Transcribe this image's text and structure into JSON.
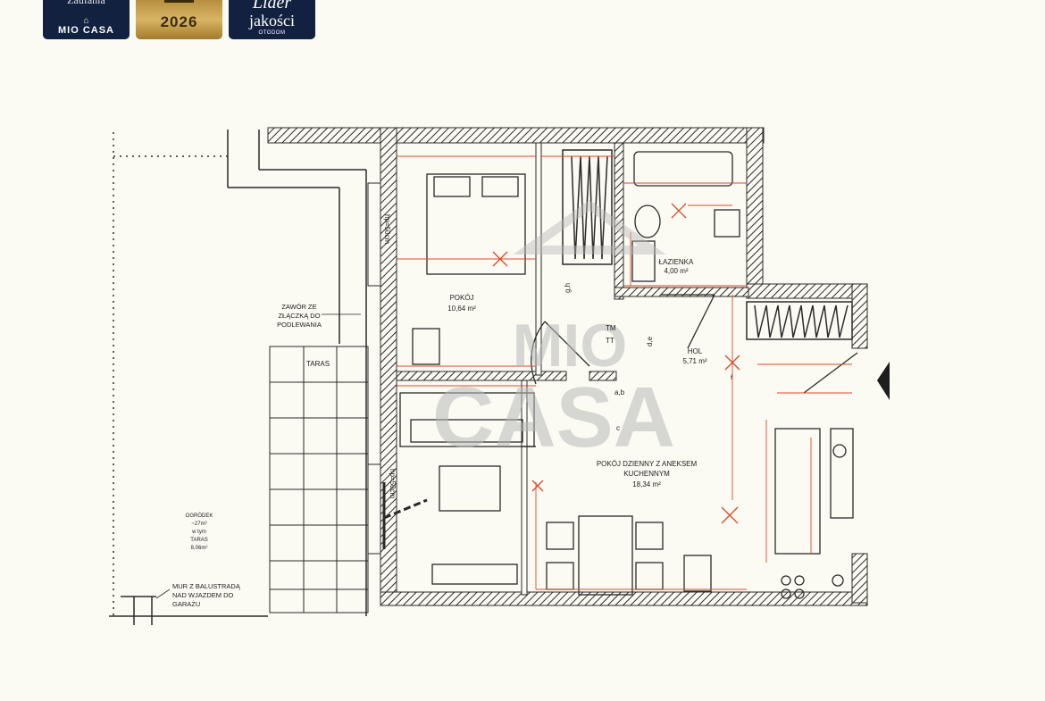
{
  "badges": [
    {
      "top": "Zaufania",
      "icon": "house-icon",
      "logo": "MIO CASA"
    },
    {
      "year": "2026"
    },
    {
      "script": "Lider",
      "big": "jakości",
      "small": "OTODOM"
    }
  ],
  "watermark": {
    "line1": "MIO",
    "line2": "CASA"
  },
  "rooms": {
    "pokoj": {
      "name": "POKÓJ",
      "area": "10,64 m²"
    },
    "lazienka": {
      "name": "ŁAZIENKA",
      "area": "4,00 m²"
    },
    "hol": {
      "name": "HOL",
      "area": "5,71 m²"
    },
    "dzienny": {
      "line1": "POKÓJ DZIENNY Z ANEKSEM",
      "line2": "KUCHENNYM",
      "area": "18,34 m²"
    },
    "taras": {
      "name": "TARAS"
    },
    "ogrodek": {
      "line1": "OGRÓDEK",
      "line2": "~27m²",
      "line3": "w tym",
      "line4": "TARAS",
      "line5": "8,06m²"
    }
  },
  "notes": {
    "zawor": [
      "ZAWÓR ZE",
      "ZŁĄCZKĄ DO",
      "PODLEWANIA"
    ],
    "mur": [
      "MUR Z BALUSTRADĄ",
      "NAD WJAZDEM DO",
      "GARAŻU"
    ]
  },
  "marks": {
    "gh": "g,h",
    "de": "d,e",
    "ab": "a,b",
    "c": "c",
    "tm": "TM",
    "tt": "TT",
    "hp": "hp=50cm",
    "f": "f"
  },
  "colors": {
    "wall": "#2a2a2a",
    "dim": "#e04a2a",
    "badge": "#12213f",
    "gold": "#c9a24f"
  }
}
